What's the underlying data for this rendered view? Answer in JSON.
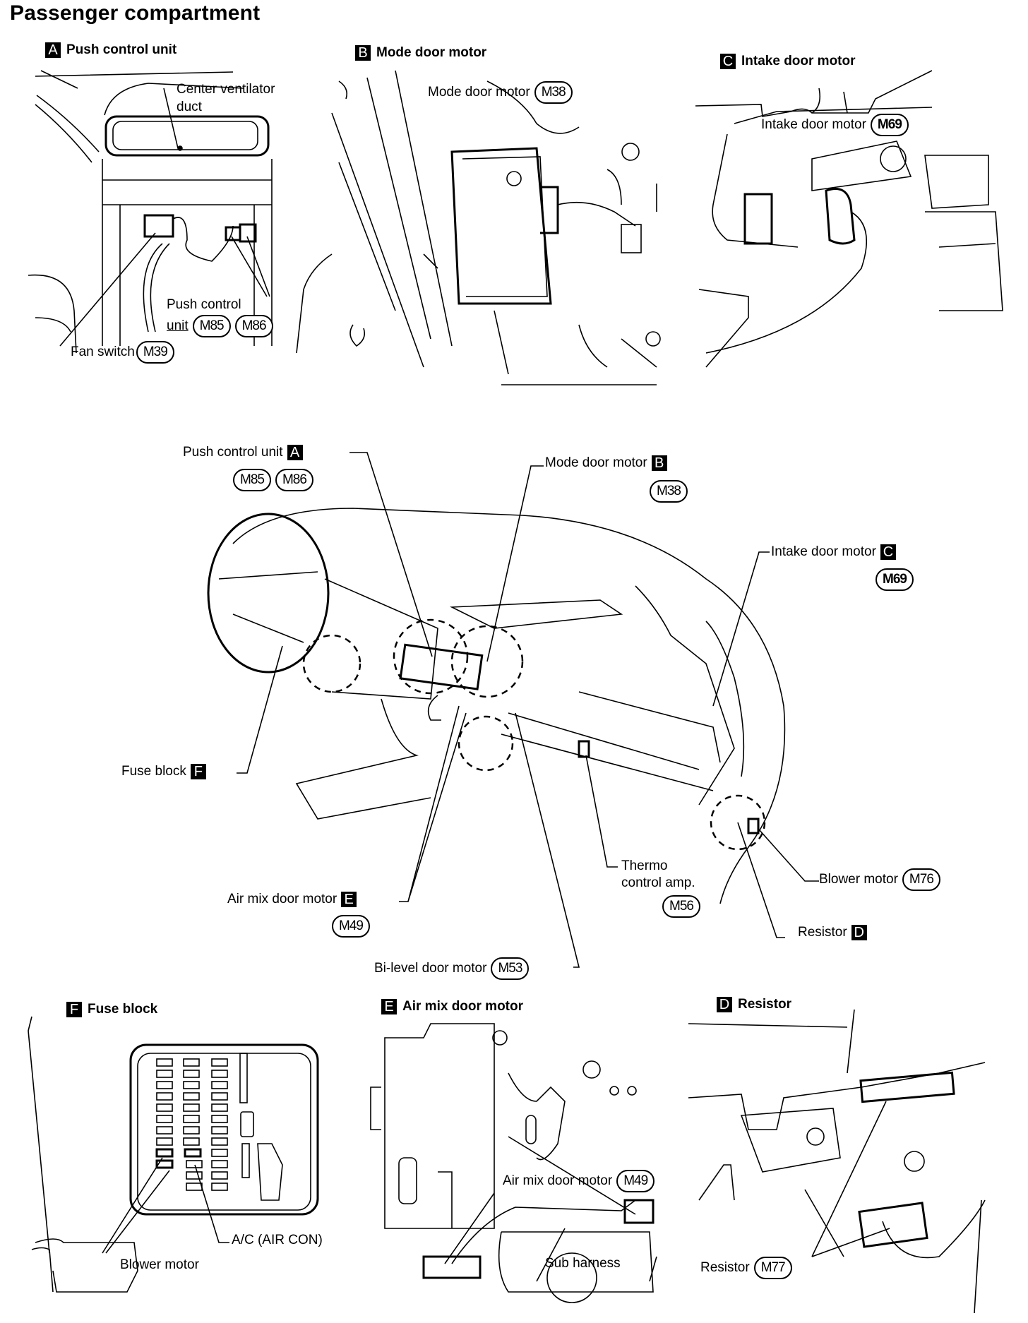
{
  "page_title": "Passenger compartment",
  "panels": {
    "A": {
      "letter": "A",
      "title": "Push control unit",
      "labels": {
        "center_duct_line1": "Center ventilator",
        "center_duct_line2": "duct",
        "push_control_line1": "Push control",
        "push_control_line2": "unit",
        "fan_switch": "Fan switch"
      },
      "connectors": {
        "push_a": "M85",
        "push_b": "M86",
        "fan": "M39"
      }
    },
    "B": {
      "letter": "B",
      "title": "Mode door motor",
      "labels": {
        "mode_door_motor": "Mode door motor"
      },
      "connectors": {
        "mode": "M38"
      }
    },
    "C": {
      "letter": "C",
      "title": "Intake door motor",
      "labels": {
        "intake_door_motor": "Intake door motor"
      },
      "connectors": {
        "intake": "M69"
      }
    },
    "F": {
      "letter": "F",
      "title": "Fuse block",
      "labels": {
        "ac": "A/C (AIR CON)",
        "blower": "Blower motor"
      }
    },
    "E": {
      "letter": "E",
      "title": "Air mix door motor",
      "labels": {
        "air_mix": "Air mix door motor",
        "sub_harness": "Sub harness"
      },
      "connectors": {
        "air_mix": "M49"
      }
    },
    "D": {
      "letter": "D",
      "title": "Resistor",
      "labels": {
        "resistor": "Resistor"
      },
      "connectors": {
        "resistor": "M77"
      }
    }
  },
  "overview": {
    "push_control": {
      "label": "Push control unit",
      "letter": "A",
      "connectors": [
        "M85",
        "M86"
      ]
    },
    "mode_door": {
      "label": "Mode door motor",
      "letter": "B",
      "connector": "M38"
    },
    "intake_door": {
      "label": "Intake door motor",
      "letter": "C",
      "connector": "M69"
    },
    "fuse_block": {
      "label": "Fuse block",
      "letter": "F"
    },
    "air_mix": {
      "label": "Air mix door motor",
      "letter": "E",
      "connector": "M49"
    },
    "bi_level": {
      "label": "Bi-level door motor",
      "connector": "M53"
    },
    "thermo": {
      "label_line1": "Thermo",
      "label_line2": "control amp.",
      "connector": "M56"
    },
    "blower": {
      "label": "Blower motor",
      "connector": "M76"
    },
    "resistor": {
      "label": "Resistor",
      "letter": "D"
    }
  }
}
